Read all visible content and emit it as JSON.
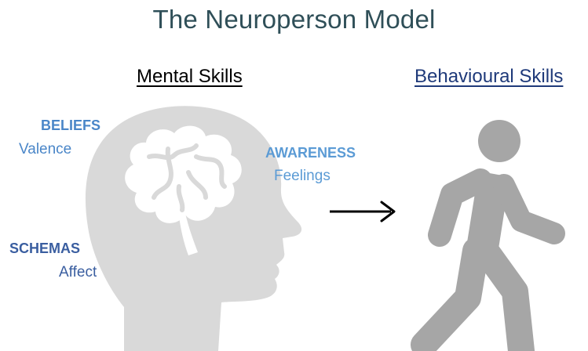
{
  "title": "The Neuroperson Model",
  "headings": {
    "mental": "Mental Skills",
    "behavioural": "Behavioural Skills"
  },
  "labels": {
    "beliefs": "BELIEFS",
    "valence": "Valence",
    "awareness": "AWARENESS",
    "feelings": "Feelings",
    "schemas": "SCHEMAS",
    "affect": "Affect"
  },
  "icons": {
    "head": "head-with-brain-icon",
    "arrow": "right-arrow-icon",
    "person": "walking-person-icon"
  },
  "colors": {
    "title": "#2f4f58",
    "behavioural_heading": "#1f3a7a",
    "beliefs": "#4a86c8",
    "awareness": "#5b9bd5",
    "schemas": "#3a5ea0",
    "head_fill": "#d9d9d9",
    "person_fill": "#a6a6a6"
  }
}
